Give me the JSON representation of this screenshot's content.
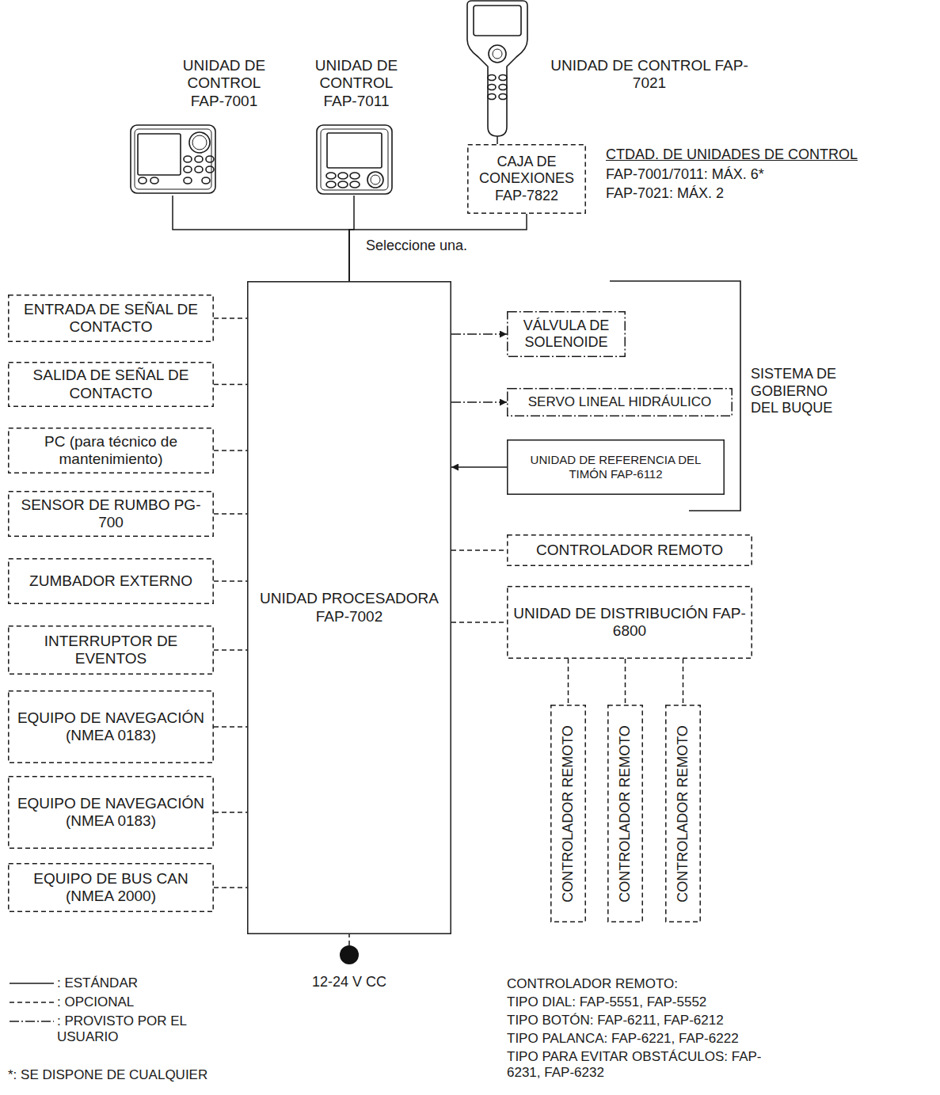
{
  "diagram": {
    "nodes": [
      {
        "text": [
          "UNIDAD DE CONTROL FAP-7001"
        ]
      },
      {
        "text": [
          "UNIDAD DE CONTROL FAP-7011"
        ]
      },
      {
        "text": [
          "UNIDAD DE CONTROL FAP-7021"
        ]
      },
      {
        "text": [
          "CAJA DE CONEXIONES FAP-7822"
        ]
      },
      {
        "text": [
          "ENTRADA DE SEÑAL DE CONTACTO"
        ]
      },
      {
        "text": [
          "SALIDA DE SEÑAL DE CONTACTO"
        ]
      },
      {
        "text": [
          "PC (para técnico de mantenimiento)"
        ]
      },
      {
        "text": [
          "SENSOR DE RUMBO PG-700"
        ]
      },
      {
        "text": [
          "ZUMBADOR EXTERNO"
        ]
      },
      {
        "text": [
          "INTERRUPTOR DE EVENTOS"
        ]
      },
      {
        "text": [
          "EQUIPO DE NAVEGACIÓN (NMEA 0183)"
        ]
      },
      {
        "text": [
          "EQUIPO DE NAVEGACIÓN (NMEA 0183)"
        ]
      },
      {
        "text": [
          "EQUIPO DE BUS CAN (NMEA 2000)"
        ]
      },
      {
        "text": [
          "UNIDAD PROCESADORA FAP-7002"
        ]
      },
      {
        "text": [
          "VÁLVULA DE SOLENOIDE"
        ]
      },
      {
        "text": [
          "SERVO LINEAL HIDRÁULICO"
        ]
      },
      {
        "text": [
          "UNIDAD DE REFERENCIA DEL TIMÓN FAP-6112"
        ]
      },
      {
        "text": [
          "CONTROLADOR REMOTO"
        ]
      },
      {
        "text": [
          "UNIDAD DE DISTRIBUCIÓN FAP-6800"
        ]
      },
      {
        "text": [
          "CONTROLADOR REMOTO"
        ]
      },
      {
        "text": [
          "CONTROLADOR REMOTO"
        ]
      },
      {
        "text": [
          "CONTROLADOR REMOTO"
        ]
      },
      {
        "text": [
          "12-24 V CC"
        ]
      }
    ],
    "edges": [
      {
        "from": 0,
        "to": 13,
        "arrow": "none"
      },
      {
        "from": 1,
        "to": 13,
        "arrow": "none"
      },
      {
        "from": 3,
        "to": 13,
        "arrow": "none"
      },
      {
        "from": 2,
        "to": 3,
        "arrow": "none"
      },
      {
        "from": 4,
        "to": 13,
        "arrow": "none"
      },
      {
        "from": 5,
        "to": 13,
        "arrow": "none"
      },
      {
        "from": 6,
        "to": 13,
        "arrow": "none"
      },
      {
        "from": 7,
        "to": 13,
        "arrow": "none"
      },
      {
        "from": 8,
        "to": 13,
        "arrow": "none"
      },
      {
        "from": 9,
        "to": 13,
        "arrow": "none"
      },
      {
        "from": 10,
        "to": 13,
        "arrow": "none"
      },
      {
        "from": 11,
        "to": 13,
        "arrow": "none"
      },
      {
        "from": 12,
        "to": 13,
        "arrow": "none"
      },
      {
        "from": 13,
        "to": 14,
        "arrow": "to"
      },
      {
        "from": 13,
        "to": 15,
        "arrow": "to"
      },
      {
        "from": 16,
        "to": 13,
        "arrow": "to"
      },
      {
        "from": 13,
        "to": 17,
        "arrow": "none"
      },
      {
        "from": 13,
        "to": 18,
        "arrow": "none"
      },
      {
        "from": 18,
        "to": 19,
        "arrow": "none"
      },
      {
        "from": 18,
        "to": 20,
        "arrow": "none"
      },
      {
        "from": 18,
        "to": 21,
        "arrow": "none"
      },
      {
        "from": 22,
        "to": 13,
        "arrow": "none"
      }
    ],
    "labels": [
      "CTDAD. DE UNIDADES DE CONTROL",
      "FAP-7001/7011: MÁX. 6*",
      "FAP-7021: MÁX. 2",
      "Seleccione una.",
      "SISTEMA DE GOBIERNO DEL BUQUE",
      "CONTROLADOR REMOTO:",
      "TIPO DIAL: FAP-5551, FAP-5552",
      "TIPO BOTÓN: FAP-6211, FAP-6212",
      "TIPO PALANCA: FAP-6221, FAP-6222",
      "TIPO PARA EVITAR OBSTÁCULOS: FAP-6231, FAP-6232",
      "*: SE DISPONE DE CUALQUIER"
    ],
    "legend": [
      {
        "text": ": ESTÁNDAR"
      },
      {
        "text": ": OPCIONAL"
      },
      {
        "text": ": PROVISTO POR EL USUARIO"
      }
    ]
  }
}
